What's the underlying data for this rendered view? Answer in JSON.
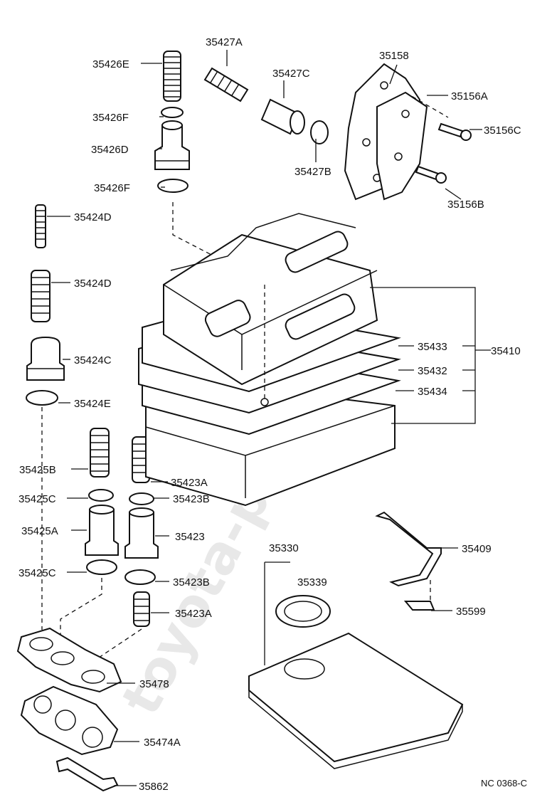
{
  "watermark": "toyota-parts.ru",
  "diagram_code": "NC  0368-C",
  "labels": {
    "p35426E": "35426E",
    "p35426F_top": "35426F",
    "p35426D": "35426D",
    "p35426F_bottom": "35426F",
    "p35427A": "35427A",
    "p35427C": "35427C",
    "p35427B": "35427B",
    "p35158": "35158",
    "p35156A": "35156A",
    "p35156C": "35156C",
    "p35156B": "35156B",
    "p35424D_top": "35424D",
    "p35424D_mid": "35424D",
    "p35424C": "35424C",
    "p35424E": "35424E",
    "p35433": "35433",
    "p35432": "35432",
    "p35434": "35434",
    "p35410": "35410",
    "p35425B": "35425B",
    "p35423A_top": "35423A",
    "p35425C_top": "35425C",
    "p35423B_top": "35423B",
    "p35425A": "35425A",
    "p35423": "35423",
    "p35425C_bottom": "35425C",
    "p35423B_bottom": "35423B",
    "p35423A_bottom": "35423A",
    "p35330": "35330",
    "p35339": "35339",
    "p35409": "35409",
    "p35599": "35599",
    "p35478": "35478",
    "p35474A": "35474A",
    "p35862": "35862"
  }
}
